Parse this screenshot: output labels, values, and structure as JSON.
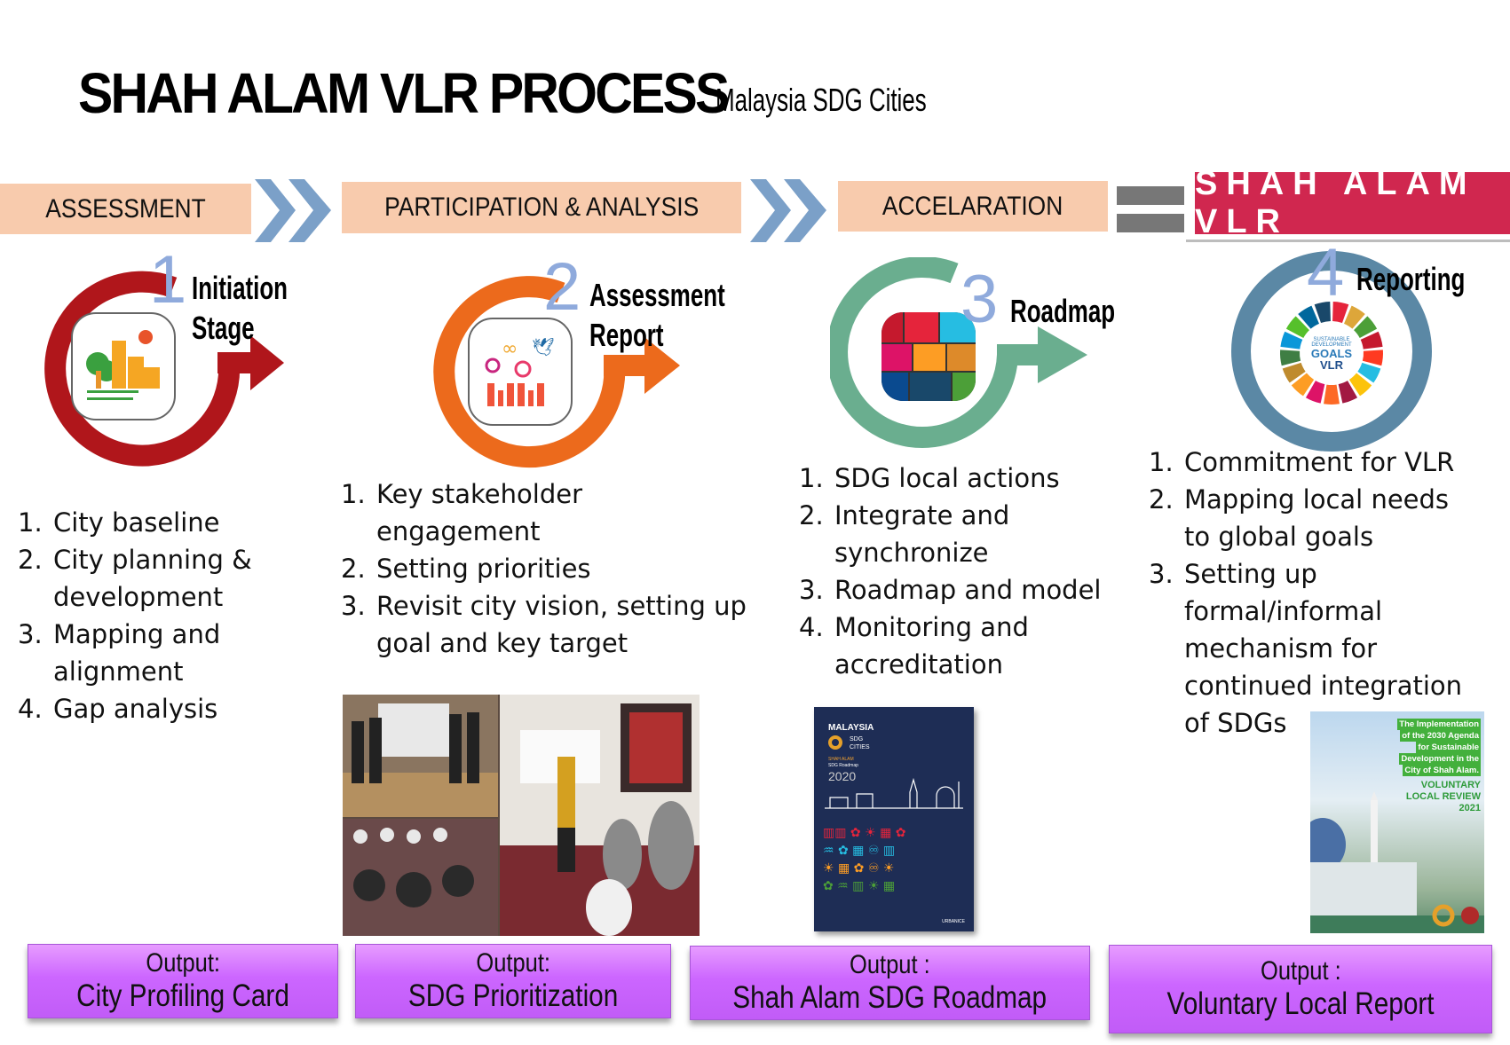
{
  "title": "SHAH ALAM VLR PROCESS",
  "subtitle": "Malaysia SDG Cities",
  "phases": [
    {
      "label": "ASSESSMENT"
    },
    {
      "label": "PARTICIPATION & ANALYSIS"
    },
    {
      "label": "ACCELARATION"
    }
  ],
  "result_banner": "SHAH ALAM VLR",
  "colors": {
    "phase_bg": "#f8cbad",
    "chevron": "#7ba0c8",
    "banner": "#d0274f",
    "stage1": "#b0161b",
    "stage2": "#ec6a1c",
    "stage3": "#6aae8f",
    "stage4": "#5b88a5",
    "stage_number": "#8faadc",
    "output_box": "#cc66ff"
  },
  "stages": [
    {
      "number": "1",
      "label_line1": "Initiation",
      "label_line2": "Stage",
      "icon": "city-buildings-icon",
      "steps": [
        {
          "n": "1.",
          "text": "City baseline"
        },
        {
          "n": "2.",
          "text": "City planning &\ndevelopment"
        },
        {
          "n": "3.",
          "text": "Mapping and\nalignment"
        },
        {
          "n": "4.",
          "text": "Gap analysis"
        }
      ],
      "output_label": "Output:",
      "output_value": "City Profiling Card"
    },
    {
      "number": "2",
      "label_line1": "Assessment",
      "label_line2": "Report",
      "icon": "community-sdg-icons",
      "steps": [
        {
          "n": "1.",
          "text": "Key stakeholder\nengagement"
        },
        {
          "n": "2.",
          "text": "Setting priorities"
        },
        {
          "n": "3.",
          "text": "Revisit city vision, setting up\ngoal and key target"
        }
      ],
      "output_label": "Output:",
      "output_value": "SDG Prioritization"
    },
    {
      "number": "3",
      "label_line1": "Roadmap",
      "label_line2": "",
      "icon": "sdg-grid-icon",
      "steps": [
        {
          "n": "1.",
          "text": "SDG local actions"
        },
        {
          "n": "2.",
          "text": "Integrate and\nsynchronize"
        },
        {
          "n": "3.",
          "text": "Roadmap and model"
        },
        {
          "n": "4.",
          "text": "Monitoring and\naccreditation"
        }
      ],
      "output_label": "Output :",
      "output_value": "Shah Alam SDG Roadmap"
    },
    {
      "number": "4",
      "label_line1": "Reporting",
      "label_line2": "",
      "icon": "sdg-wheel-icon",
      "wheel_text": [
        "SUSTAINABLE",
        "DEVELOPMENT",
        "GOALS",
        "VLR"
      ],
      "steps": [
        {
          "n": "1.",
          "text": "Commitment for VLR"
        },
        {
          "n": "2.",
          "text": "Mapping local needs\nto global goals"
        },
        {
          "n": "3.",
          "text": "Setting up\nformal/informal\nmechanism for\ncontinued integration\nof SDGs"
        }
      ],
      "output_label": "Output :",
      "output_value": "Voluntary Local Report"
    }
  ],
  "media": {
    "roadmap_cover": {
      "title_line1": "MALAYSIA",
      "title_line2": "SDG",
      "title_line3": "CITIES",
      "sub1": "SHAH ALAM",
      "sub2": "SDG Roadmap",
      "year": "2020",
      "footer": "URBANICE"
    },
    "vlr_cover": {
      "lines": [
        "The Implementation",
        "of the 2030 Agenda",
        "for Sustainable",
        "Development in the",
        "City of Shah Alam."
      ],
      "headline1": "VOLUNTARY",
      "headline2": "LOCAL REVIEW",
      "year": "2021"
    }
  }
}
